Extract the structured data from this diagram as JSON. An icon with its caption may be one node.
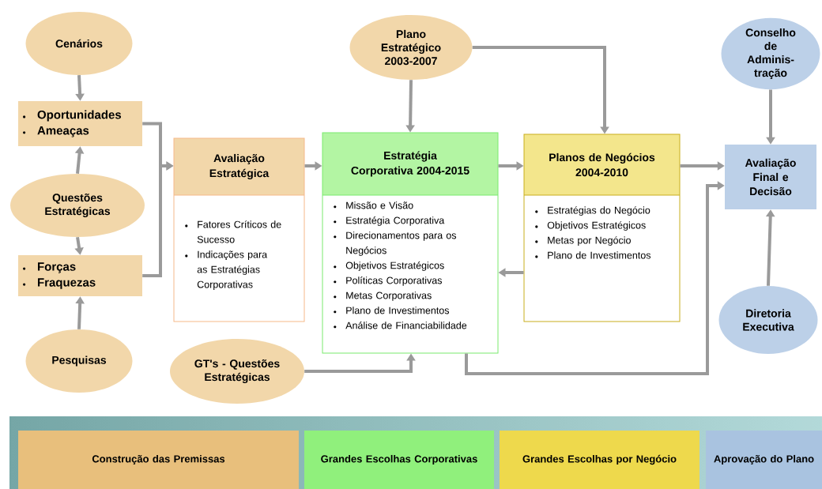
{
  "diagram": {
    "nodes": [
      {
        "text": [
          "Cenários"
        ]
      },
      {
        "text": [
          "Oportunidades",
          "Ameaças"
        ]
      },
      {
        "text": [
          "Questões Estratégicas"
        ]
      },
      {
        "text": [
          "Forças",
          "Fraquezas"
        ]
      },
      {
        "text": [
          "Pesquisas"
        ]
      },
      {
        "text": [
          "Avaliação Estratégica",
          "Fatores Críticos de Sucesso",
          "Indicações para as Estratégias Corporativas"
        ]
      },
      {
        "text": [
          "Plano Estratégico 2003-2007"
        ]
      },
      {
        "text": [
          "Estratégia Corporativa 2004-2015",
          "Missão e Visão",
          "Estratégia Corporativa",
          "Direcionamentos para os Negócios",
          "Objetivos Estratégicos",
          "Políticas Corporativas",
          "Metas Corporativas",
          "Plano de Investimentos",
          "Análise de Financiabilidade"
        ]
      },
      {
        "text": [
          "Planos de Negócios 2004-2010",
          "Estratégias do Negócio",
          "Objetivos Estratégicos",
          "Metas por Negócio",
          "Plano de Investimentos"
        ]
      },
      {
        "text": [
          "Conselho de Adminis- tração"
        ]
      },
      {
        "text": [
          "Avaliação Final e Decisão"
        ]
      },
      {
        "text": [
          "Diretoria Executiva"
        ]
      },
      {
        "text": [
          "GT's - Questões Estratégicas"
        ]
      },
      {
        "text": [
          "Construção das Premissas"
        ]
      },
      {
        "text": [
          "Grandes Escolhas Corporativas"
        ]
      },
      {
        "text": [
          "Grandes Escolhas por Negócio"
        ]
      },
      {
        "text": [
          "Aprovação do Plano"
        ]
      }
    ],
    "edges": [
      {
        "from": 0,
        "to": 1,
        "arrow": "to"
      },
      {
        "from": 2,
        "to": 1,
        "arrow": "to"
      },
      {
        "from": 2,
        "to": 3,
        "arrow": "to"
      },
      {
        "from": 4,
        "to": 3,
        "arrow": "to"
      },
      {
        "from": 1,
        "to": 5,
        "arrow": "to"
      },
      {
        "from": 3,
        "to": 5,
        "arrow": "to"
      },
      {
        "from": 5,
        "to": 7,
        "arrow": "to"
      },
      {
        "from": 6,
        "to": 7,
        "arrow": "to"
      },
      {
        "from": 6,
        "to": 8,
        "arrow": "to"
      },
      {
        "from": 7,
        "to": 8,
        "arrow": "to"
      },
      {
        "from": 8,
        "to": 7,
        "arrow": "to"
      },
      {
        "from": 8,
        "to": 10,
        "arrow": "to"
      },
      {
        "from": 9,
        "to": 10,
        "arrow": "to"
      },
      {
        "from": 11,
        "to": 10,
        "arrow": "to"
      },
      {
        "from": 7,
        "to": 10,
        "arrow": "to"
      },
      {
        "from": 12,
        "to": 7,
        "arrow": "to"
      }
    ]
  }
}
